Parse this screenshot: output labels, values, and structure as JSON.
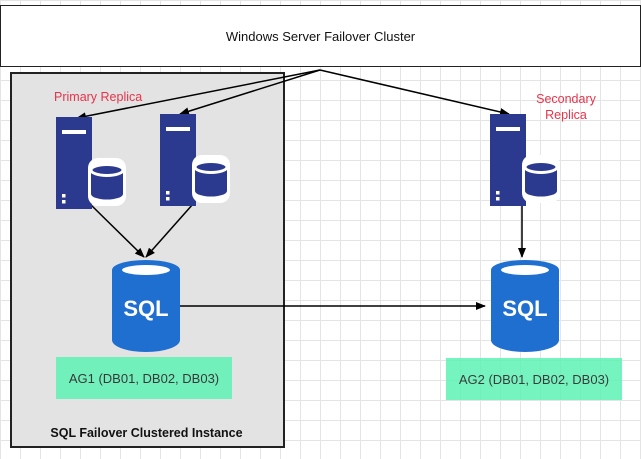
{
  "cluster": {
    "title": "Windows Server Failover Cluster"
  },
  "fci": {
    "label": "SQL Failover Clustered Instance"
  },
  "primary_replica": {
    "label": "Primary Replica"
  },
  "secondary_replica": {
    "label_line1": "Secondary",
    "label_line2": "Replica"
  },
  "sql": {
    "text": "SQL"
  },
  "ag1": {
    "label": "AG1 (DB01, DB02, DB03)"
  },
  "ag2": {
    "label": "AG2 (DB01, DB02, DB03)"
  },
  "colors": {
    "server_blue": "#2b3a8f",
    "sql_blue": "#1f6fd1",
    "replica_red": "#e8334a",
    "ag_green": "#5ef3b5"
  }
}
